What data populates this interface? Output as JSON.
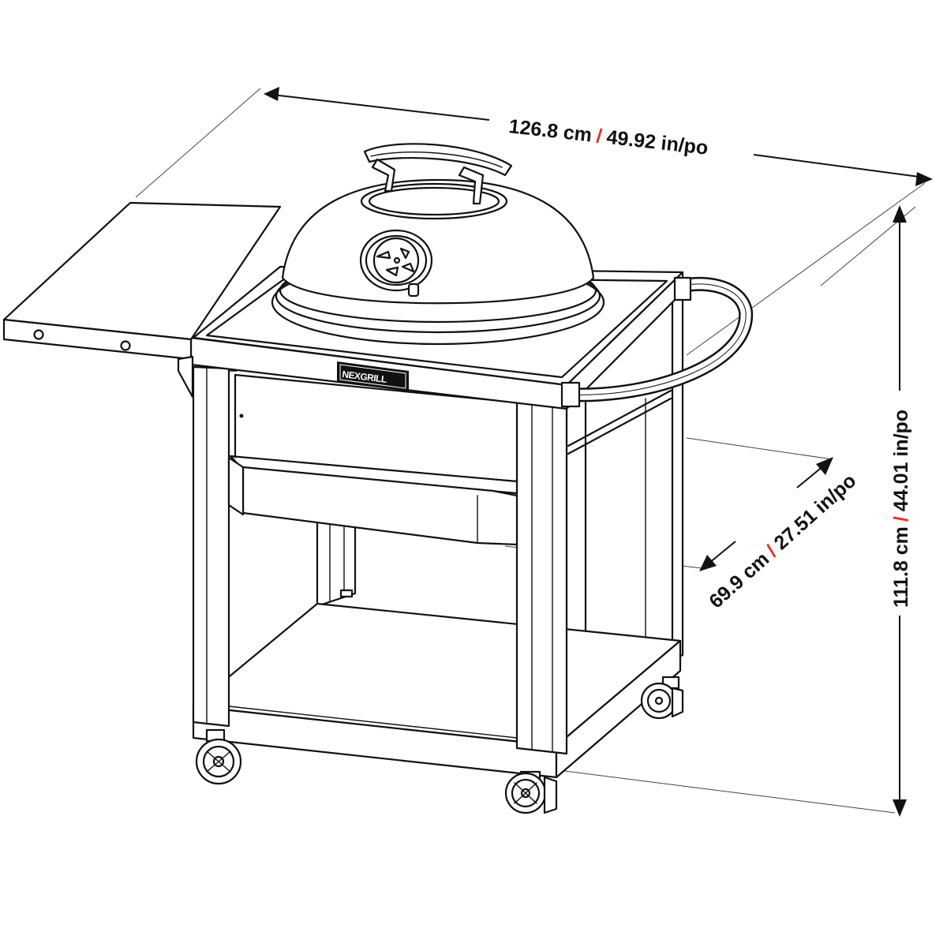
{
  "product": {
    "brand_logo": "NEXGRILL",
    "type": "kettle charcoal grill with cart and side shelf"
  },
  "dimensions": {
    "width": {
      "metric": "126.8 cm",
      "separator": "/",
      "imperial": "49.92 in/po"
    },
    "depth": {
      "metric": "69.9 cm",
      "separator": "/",
      "imperial": "27.51 in/po"
    },
    "height": {
      "metric": "111.8 cm",
      "separator": "/",
      "imperial": "44.01 in/po"
    }
  },
  "colors": {
    "line": "#111111",
    "separator": "#e63329",
    "background": "#ffffff"
  }
}
